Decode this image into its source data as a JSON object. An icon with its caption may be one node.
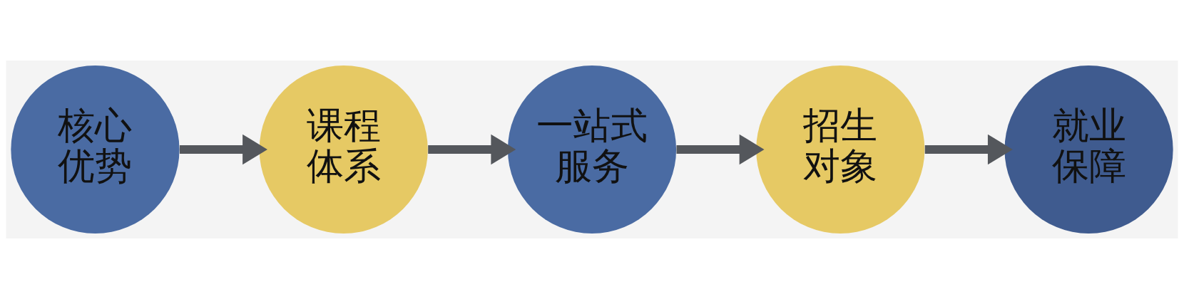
{
  "diagram": {
    "nodes": [
      {
        "text": [
          "核心优势"
        ]
      },
      {
        "text": [
          "课程体系"
        ]
      },
      {
        "text": [
          "一站式服务"
        ]
      },
      {
        "text": [
          "招生对象"
        ]
      },
      {
        "text": [
          "就业保障"
        ]
      }
    ],
    "edges": [
      {
        "from": 0,
        "to": 1,
        "arrow": "to"
      },
      {
        "from": 1,
        "to": 2,
        "arrow": "to"
      },
      {
        "from": 2,
        "to": 3,
        "arrow": "to"
      },
      {
        "from": 3,
        "to": 4,
        "arrow": "to"
      }
    ]
  }
}
